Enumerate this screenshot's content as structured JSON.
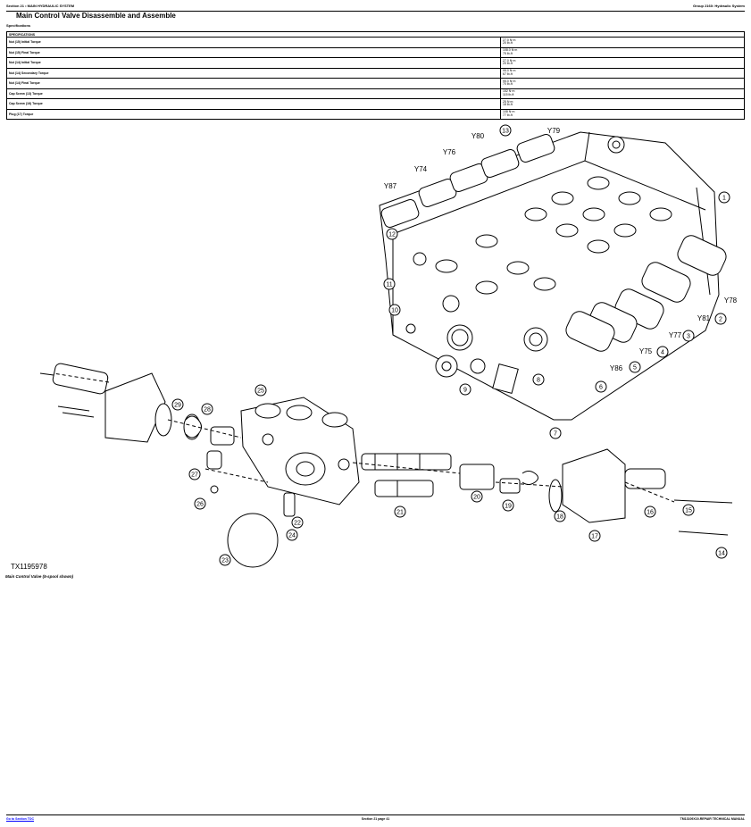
{
  "header": {
    "left": "Section 21 • MAIN HYDRAULIC SYSTEM",
    "right": "Group 2160: Hydraulic System"
  },
  "page_title": "Main Control Valve Disassemble and Assemble",
  "specifications_label": "Specifications",
  "spec_table": {
    "header": "SPECIFICATIONS",
    "rows": [
      {
        "item": "Nut (15) Initial Torque",
        "value1": "27.0 N·m",
        "value2": "20 lb-ft"
      },
      {
        "item": "Nut (15) Final Torque",
        "value1": "108.0 N·m",
        "value2": "75 lb-ft"
      },
      {
        "item": "Nut (14) Initial Torque",
        "value1": "27.0 N·m",
        "value2": "20 lb-ft"
      },
      {
        "item": "Nut (14) Secondary Torque",
        "value1": "95.0 N·m",
        "value2": "67 lb-ft"
      },
      {
        "item": "Nut (14) Final Torque",
        "value1": "95.0 N·m",
        "value2": "70 lb-ft"
      },
      {
        "item": "Cap Screw (13) Torque",
        "value1": "152 N·m",
        "value2": "115 lb-ft"
      },
      {
        "item": "Cap Screw (16) Torque",
        "value1": "25 N·m",
        "value2": "18 lb-ft"
      },
      {
        "item": "Plug (17) Torque",
        "value1": "108 N·m",
        "value2": "77 lb-ft"
      }
    ]
  },
  "diagram": {
    "callouts": [
      "1",
      "2",
      "3",
      "4",
      "5",
      "6",
      "7",
      "8",
      "9",
      "10",
      "11",
      "12",
      "13",
      "14",
      "15",
      "16",
      "17",
      "18",
      "19",
      "20",
      "21",
      "22",
      "23",
      "24",
      "25",
      "26",
      "27",
      "28",
      "29"
    ],
    "y_labels": [
      "Y79",
      "Y80",
      "Y76",
      "Y74",
      "Y87",
      "Y78",
      "Y81",
      "Y77",
      "Y75",
      "Y86"
    ]
  },
  "figure_id": "TX1195978",
  "figure_caption": "Main Control Valve (5-spool shown)",
  "footer": {
    "left": "Go to Section TOC",
    "center": "Section 21 page 41",
    "right": "TM13109X19-REPAIR TECHNICAL MANUAL"
  }
}
